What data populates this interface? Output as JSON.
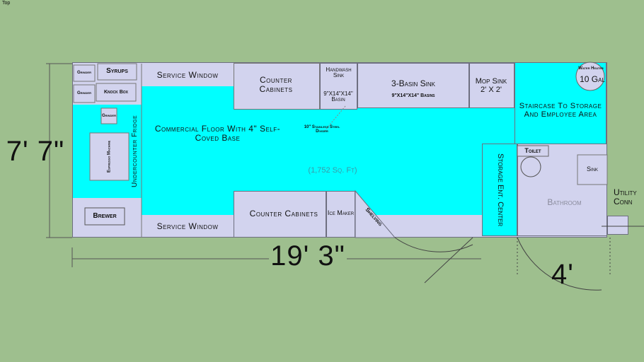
{
  "view_label": "Top",
  "labels": {
    "grinder1": "Grinder",
    "grinder2": "Grinder",
    "grinder3": "Grinder",
    "syrups": "Syrups",
    "knock_box": "Knock Box",
    "espresso": "Espresso Machine",
    "fridge": "Undercounter Fridge",
    "brewer": "Brewer",
    "service_window_top": "Service Window",
    "service_window_bottom": "Service Window",
    "counter_top": "Counter Cabinets",
    "counter_bottom": "Counter Cabinets",
    "handwash": "Handwash Sink",
    "handwash_size": "9\"X14\"X14\" Basin",
    "three_basin": "3-Basin Sink",
    "three_basin_size": "9\"X14\"X14\" Basins",
    "mop": "Mop Sink 2' X 2'",
    "floor": "Commercial Floor With 4\" Self-Coved Base",
    "divider": "10\" Stainless Steel Divider",
    "area": "(1,752 Sq. Ft)",
    "ice": "Ice Maker",
    "shelving": "Shelving",
    "storage": "Storage Ent. Center",
    "staircase": "Staircase To Storage And Employee Area",
    "water_heater": "Water Heater",
    "water_heater_size": "10 Gal",
    "toilet": "Toilet",
    "sink": "Sink",
    "bathroom": "Bathroom",
    "utility": "Utility Conn"
  },
  "dimensions": {
    "height": "7' 7\"",
    "length": "19' 3\"",
    "door": "4'"
  }
}
